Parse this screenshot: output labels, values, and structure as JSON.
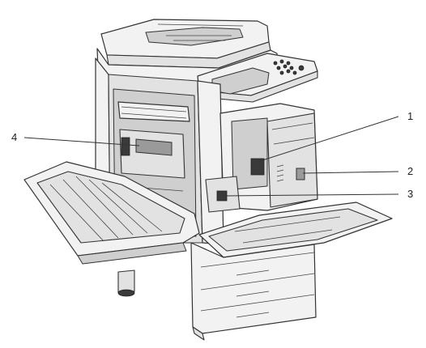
{
  "callouts": [
    {
      "id": "1",
      "text": "1"
    },
    {
      "id": "2",
      "text": "2"
    },
    {
      "id": "3",
      "text": "3"
    },
    {
      "id": "4",
      "text": "4"
    }
  ],
  "colors": {
    "line": "#333333",
    "body": "#f2f2f2",
    "shade": "#cfcfcf"
  }
}
